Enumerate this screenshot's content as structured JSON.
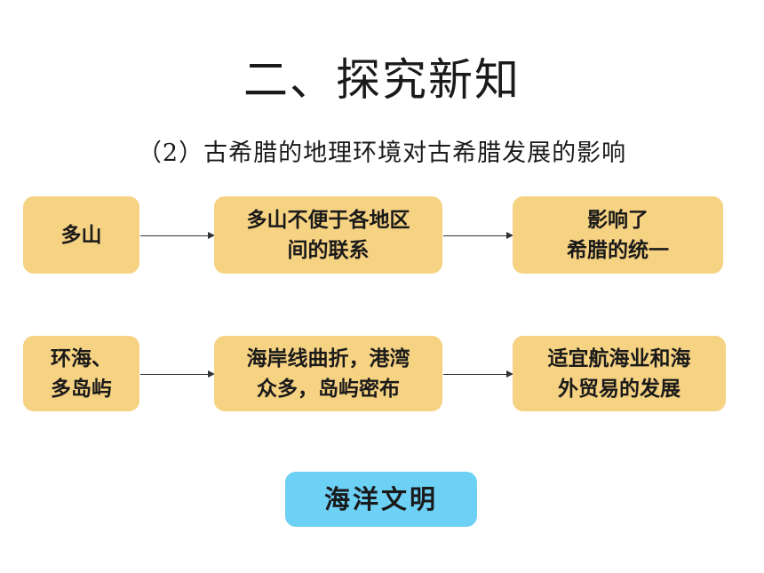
{
  "title": "二、探究新知",
  "subtitle": "（2）古希腊的地理环境对古希腊发展的影响",
  "rows": [
    {
      "cause": [
        "多山"
      ],
      "feature": [
        "多山不便于各地区",
        "间的联系"
      ],
      "effect": [
        "影响了",
        "希腊的统一"
      ]
    },
    {
      "cause": [
        "环海、",
        "多岛屿"
      ],
      "feature": [
        "海岸线曲折，港湾",
        "众多，岛屿密布"
      ],
      "effect": [
        "适宜航海业和海",
        "外贸易的发展"
      ]
    }
  ],
  "conclusion": "海洋文明",
  "colors": {
    "box_fill": "#f6d283",
    "conclusion_fill": "#6dd0f5",
    "arrow": "#333333"
  }
}
